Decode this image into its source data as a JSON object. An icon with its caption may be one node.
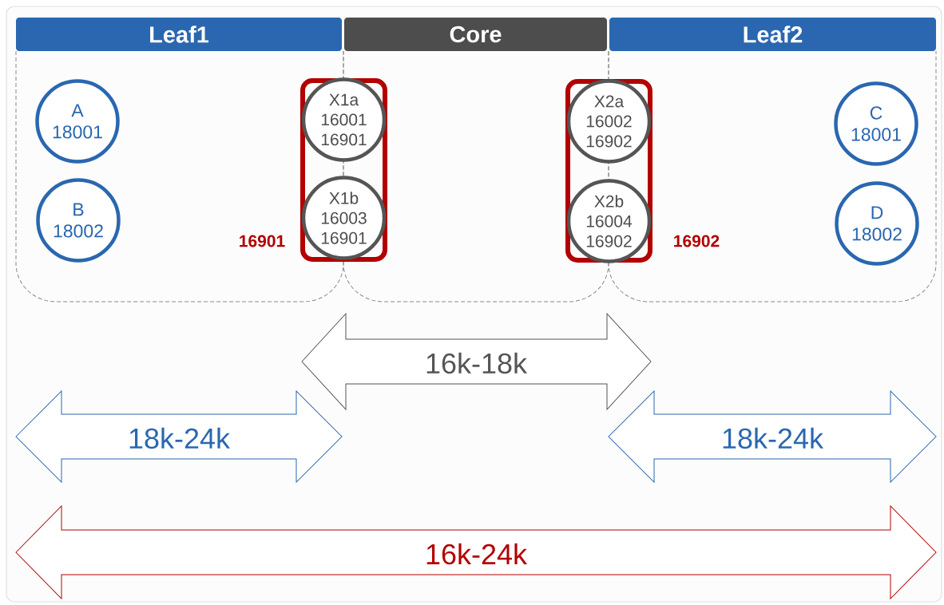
{
  "diagram": {
    "nodes": [
      {
        "text": [
          "Leaf1"
        ]
      },
      {
        "text": [
          "Core"
        ]
      },
      {
        "text": [
          "Leaf2"
        ]
      },
      {
        "text": [
          "A",
          "18001"
        ]
      },
      {
        "text": [
          "B",
          "18002"
        ]
      },
      {
        "text": [],
        "shape": "box",
        "beside": [
          "16901"
        ]
      },
      {
        "text": [
          "X1a",
          "16001",
          "16901"
        ],
        "in": 5
      },
      {
        "text": [
          "X1b",
          "16003",
          "16901"
        ],
        "in": 5
      },
      {
        "text": [],
        "shape": "box",
        "beside": [
          "16902"
        ]
      },
      {
        "text": [
          "X2a",
          "16002",
          "16902"
        ],
        "in": 8
      },
      {
        "text": [
          "X2b",
          "16004",
          "16902"
        ],
        "in": 8
      },
      {
        "text": [
          "C",
          "18001"
        ]
      },
      {
        "text": [
          "D",
          "18002"
        ]
      }
    ],
    "labels": [
      "16k-18k",
      "18k-24k",
      "18k-24k",
      "16k-24k"
    ]
  }
}
